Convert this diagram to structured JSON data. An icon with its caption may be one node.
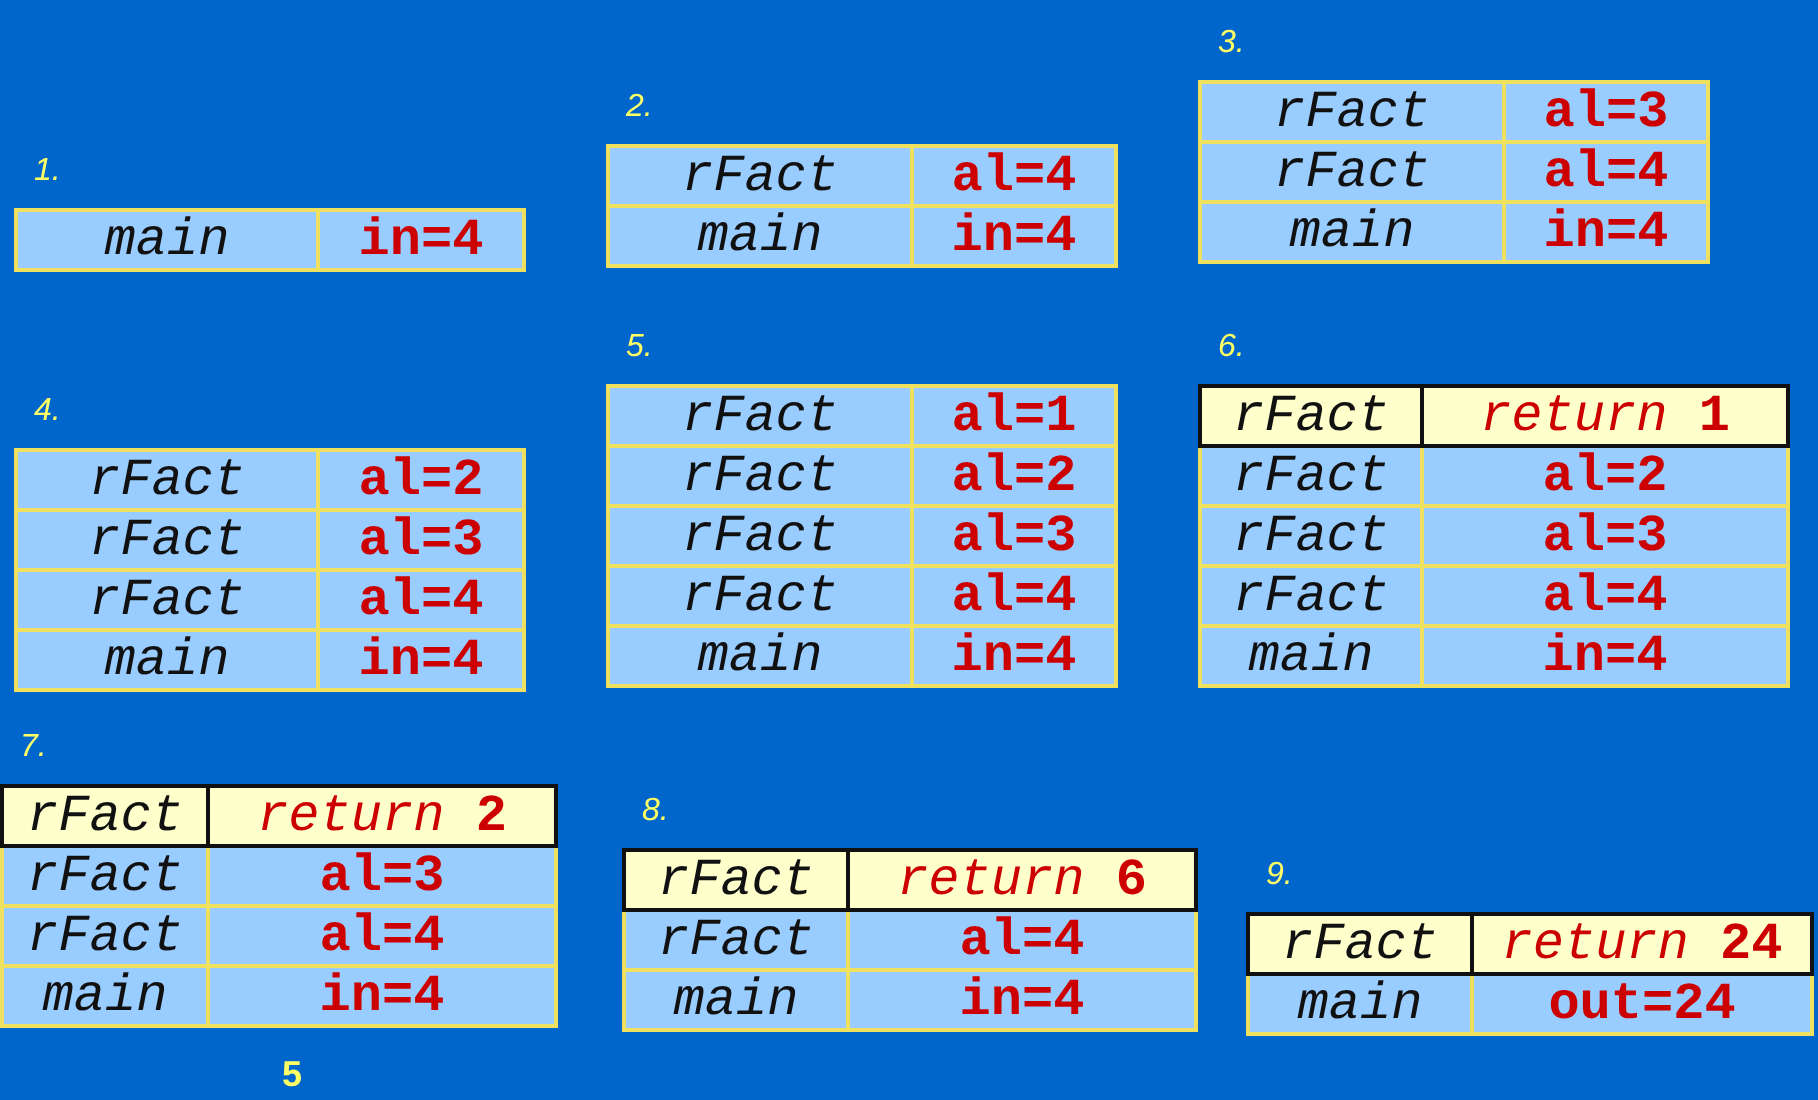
{
  "diagram": {
    "nodes": [
      {
        "text": [
          "1."
        ]
      },
      {
        "text": [
          "main",
          "in=4"
        ],
        "in": 0
      },
      {
        "text": [
          "2."
        ]
      },
      {
        "text": [
          "rFact",
          "al=4"
        ],
        "in": 2
      },
      {
        "text": [
          "main",
          "in=4"
        ],
        "in": 2
      },
      {
        "text": [
          "3."
        ]
      },
      {
        "text": [
          "rFact",
          "al=3"
        ],
        "in": 5
      },
      {
        "text": [
          "rFact",
          "al=4"
        ],
        "in": 5
      },
      {
        "text": [
          "main",
          "in=4"
        ],
        "in": 5
      },
      {
        "text": [
          "4."
        ]
      },
      {
        "text": [
          "rFact",
          "al=2"
        ],
        "in": 9
      },
      {
        "text": [
          "rFact",
          "al=3"
        ],
        "in": 9
      },
      {
        "text": [
          "rFact",
          "al=4"
        ],
        "in": 9
      },
      {
        "text": [
          "main",
          "in=4"
        ],
        "in": 9
      },
      {
        "text": [
          "5."
        ]
      },
      {
        "text": [
          "rFact",
          "al=1"
        ],
        "in": 14
      },
      {
        "text": [
          "rFact",
          "al=2"
        ],
        "in": 14
      },
      {
        "text": [
          "rFact",
          "al=3"
        ],
        "in": 14
      },
      {
        "text": [
          "rFact",
          "al=4"
        ],
        "in": 14
      },
      {
        "text": [
          "main",
          "in=4"
        ],
        "in": 14
      },
      {
        "text": [
          "6."
        ]
      },
      {
        "text": [
          "rFact",
          "*return* **1**"
        ],
        "in": 20
      },
      {
        "text": [
          "rFact",
          "al=2"
        ],
        "in": 20
      },
      {
        "text": [
          "rFact",
          "al=3"
        ],
        "in": 20
      },
      {
        "text": [
          "rFact",
          "al=4"
        ],
        "in": 20
      },
      {
        "text": [
          "main",
          "in=4"
        ],
        "in": 20
      },
      {
        "text": [
          "7."
        ]
      },
      {
        "text": [
          "rFact",
          "*return* **2**"
        ],
        "in": 26
      },
      {
        "text": [
          "rFact",
          "al=3"
        ],
        "in": 26
      },
      {
        "text": [
          "rFact",
          "al=4"
        ],
        "in": 26
      },
      {
        "text": [
          "main",
          "in=4"
        ],
        "in": 26
      },
      {
        "text": [
          "8."
        ]
      },
      {
        "text": [
          "rFact",
          "*return* **6**"
        ],
        "in": 31
      },
      {
        "text": [
          "rFact",
          "al=4"
        ],
        "in": 31
      },
      {
        "text": [
          "main",
          "in=4"
        ],
        "in": 31
      },
      {
        "text": [
          "9."
        ]
      },
      {
        "text": [
          "rFact",
          "*return* **24**"
        ],
        "in": 35
      },
      {
        "text": [
          "main",
          "out=24"
        ],
        "in": 35
      }
    ],
    "labels": [
      "5"
    ]
  }
}
